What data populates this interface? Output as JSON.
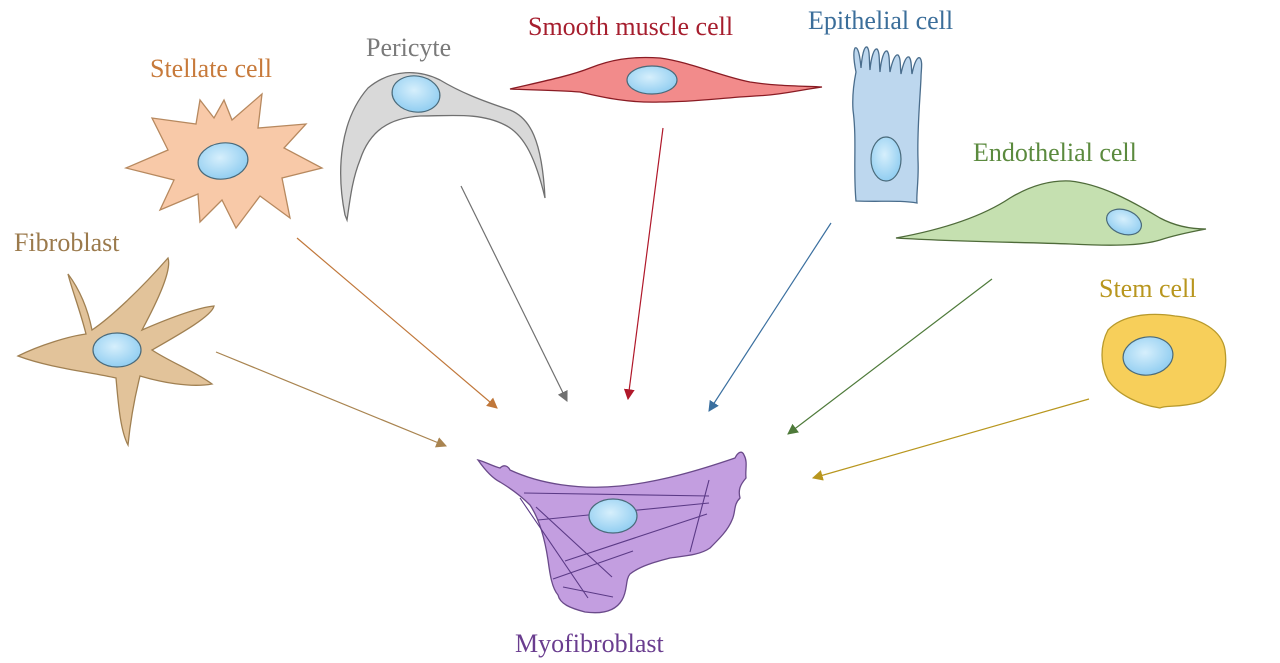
{
  "title": "Cellular origins of myofibroblasts",
  "target": {
    "label": "Myofibroblast",
    "color": "#6a3d8f",
    "fill": "#c39ee0",
    "stroke": "#6a4a8a"
  },
  "sources": [
    {
      "id": "fibroblast",
      "label": "Fibroblast",
      "label_color": "#9b7a4c",
      "fill": "#e2c39a",
      "stroke": "#a08052",
      "arrow_color": "#a98450"
    },
    {
      "id": "stellate",
      "label": "Stellate cell",
      "label_color": "#c77a3b",
      "fill": "#f8c9a8",
      "stroke": "#b7895f",
      "arrow_color": "#c0773a"
    },
    {
      "id": "pericyte",
      "label": "Pericyte",
      "label_color": "#7a7a7a",
      "fill": "#d9d9d9",
      "stroke": "#707070",
      "arrow_color": "#707070"
    },
    {
      "id": "smooth-muscle",
      "label": "Smooth muscle cell",
      "label_color": "#a61e2e",
      "fill": "#f28b8b",
      "stroke": "#8a1c24",
      "arrow_color": "#b0182a"
    },
    {
      "id": "epithelial",
      "label": "Epithelial cell",
      "label_color": "#3b6e9a",
      "fill": "#bdd7ee",
      "stroke": "#4a6d8c",
      "arrow_color": "#3a6f9f"
    },
    {
      "id": "endothelial",
      "label": "Endothelial cell",
      "label_color": "#5b8a3e",
      "fill": "#c5e0b0",
      "stroke": "#4f6b3a",
      "arrow_color": "#4e7a3a"
    },
    {
      "id": "stem",
      "label": "Stem cell",
      "label_color": "#b8961e",
      "fill": "#f7cf5a",
      "stroke": "#b89a2c",
      "arrow_color": "#b8961e"
    }
  ],
  "nucleus": {
    "fill": "#9fd3f3",
    "stroke": "#4a6a7a"
  }
}
